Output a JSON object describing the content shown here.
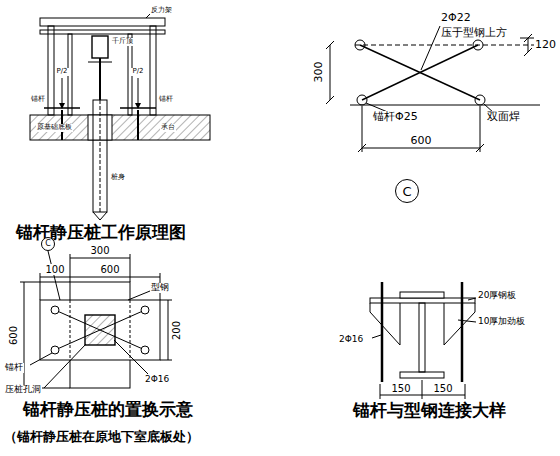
{
  "diagram": {
    "nodes": [
      {
        "text": [
          "C"
        ]
      },
      {
        "text": [
          "C"
        ]
      }
    ],
    "labels": [
      "锚杆静压桩工作原理图",
      "锚杆静压桩的置换示意",
      "（锚杆静压桩在原地下室底板处）",
      "锚杆与型钢连接大样",
      "反力架",
      "千斤顶",
      "P/2",
      "P/2",
      "锚杆",
      "锚杆",
      "原基础底板",
      "承台",
      "桩身",
      "300",
      "2Φ22",
      "压于型钢上方",
      "120",
      "锚杆Φ25",
      "双面焊",
      "600",
      "300",
      "100",
      "600",
      "600",
      "200",
      "锚杆",
      "2Φ16",
      "型钢",
      "压桩孔洞",
      "20厚钢板",
      "10厚加劲板",
      "2Φ16",
      "150",
      "150"
    ]
  }
}
